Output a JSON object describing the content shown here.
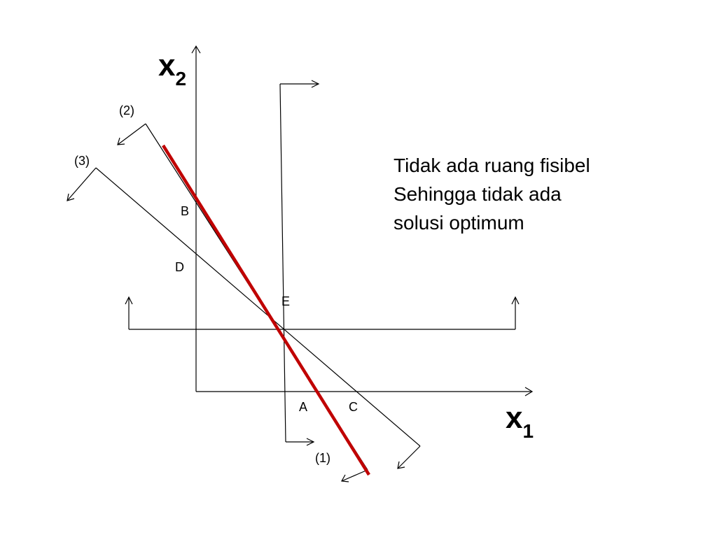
{
  "diagram": {
    "axis_x_label": "x",
    "axis_x_subscript": "1",
    "axis_y_label": "x",
    "axis_y_subscript": "2",
    "constraint_labels": [
      "(1)",
      "(2)",
      "(3)"
    ],
    "point_labels": {
      "A": "A",
      "B": "B",
      "C": "C",
      "D": "D",
      "E": "E"
    },
    "note_lines": [
      "Tidak ada ruang fisibel",
      "Sehingga tidak ada",
      "solusi optimum"
    ],
    "colors": {
      "objective_line": "#c00000",
      "lines": "#000000"
    }
  }
}
